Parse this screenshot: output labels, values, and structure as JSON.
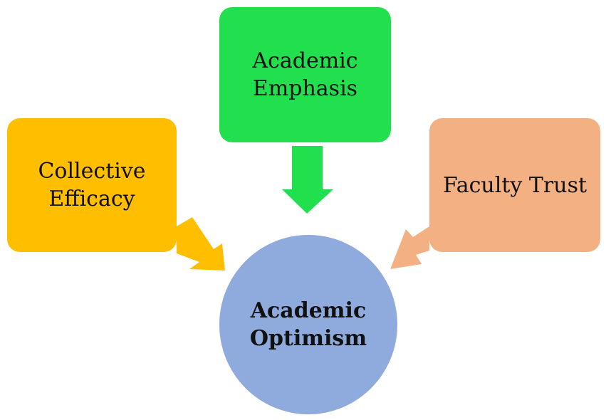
{
  "colors": {
    "collective_efficacy": "#FFBE00",
    "academic_emphasis": "#22E04D",
    "faculty_trust": "#F3B183",
    "academic_optimism": "#8FAADC"
  },
  "nodes": {
    "collective_efficacy": {
      "line1": "Collective",
      "line2": "Efficacy"
    },
    "academic_emphasis": {
      "line1": "Academic",
      "line2": "Emphasis"
    },
    "faculty_trust": {
      "line1": "Faculty Trust"
    },
    "academic_optimism": {
      "line1": "Academic",
      "line2": "Optimism"
    }
  }
}
